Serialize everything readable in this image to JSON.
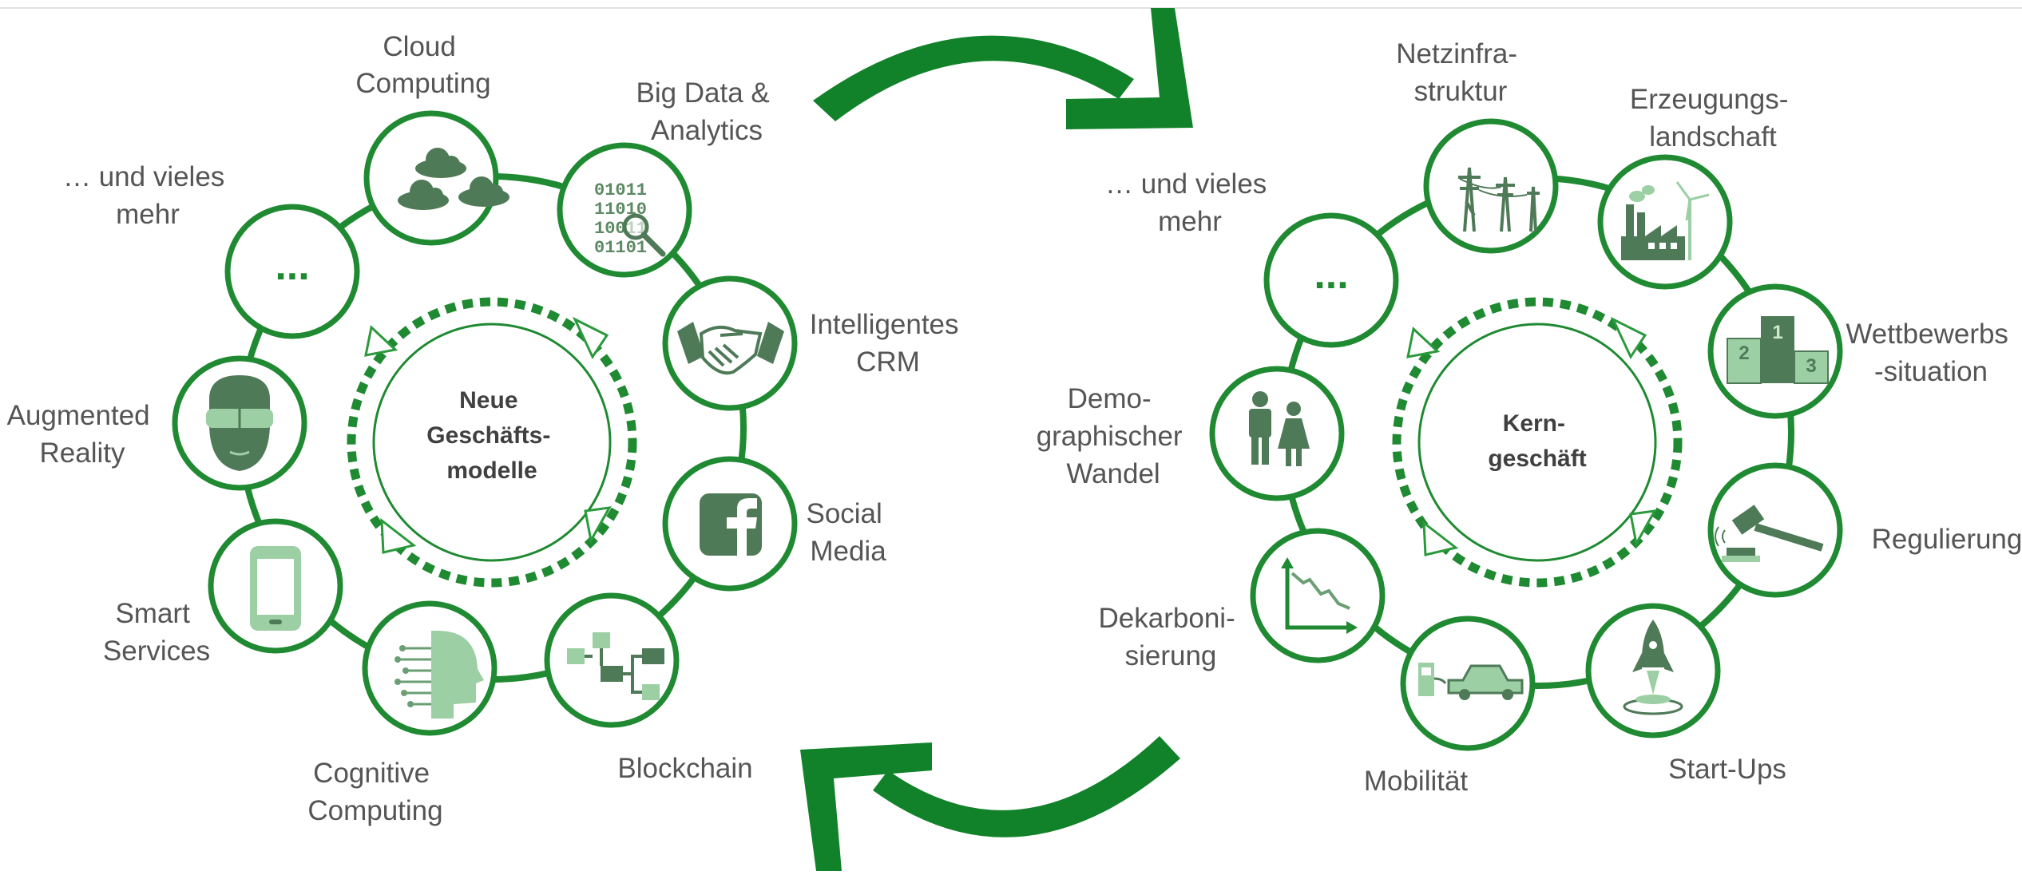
{
  "left_cycle": {
    "center": [
      "Neue",
      "Geschäfts-",
      "modelle"
    ],
    "nodes": [
      {
        "icon": "cloud-icon",
        "label": [
          "Cloud",
          "Computing"
        ]
      },
      {
        "icon": "binary-data-icon",
        "label": [
          "Big Data &",
          "Analytics"
        ],
        "binary": [
          "01011",
          "11010",
          "10011",
          "01101"
        ]
      },
      {
        "icon": "handshake-icon",
        "label": [
          "Intelligentes",
          "CRM"
        ]
      },
      {
        "icon": "facebook-icon",
        "label": [
          "Social",
          "Media"
        ]
      },
      {
        "icon": "blockchain-icon",
        "label": [
          "Blockchain"
        ]
      },
      {
        "icon": "ai-head-icon",
        "label": [
          "Cognitive",
          "Computing"
        ]
      },
      {
        "icon": "smartphone-icon",
        "label": [
          "Smart",
          "Services"
        ]
      },
      {
        "icon": "vr-headset-icon",
        "label": [
          "Augmented",
          "Reality"
        ]
      },
      {
        "icon": "ellipsis-icon",
        "label": [
          "… und vieles",
          "mehr"
        ]
      }
    ]
  },
  "right_cycle": {
    "center": [
      "Kern-",
      "geschäft"
    ],
    "nodes": [
      {
        "icon": "power-pylon-icon",
        "label": [
          "Netzinfra-",
          "struktur"
        ]
      },
      {
        "icon": "power-plant-icon",
        "label": [
          "Erzeugungs-",
          "landschaft"
        ]
      },
      {
        "icon": "podium-icon",
        "label": [
          "Wettbewerbs",
          "-situation"
        ],
        "podium": [
          "1",
          "2",
          "3"
        ]
      },
      {
        "icon": "gavel-icon",
        "label": [
          "Regulierung"
        ]
      },
      {
        "icon": "rocket-icon",
        "label": [
          "Start-Ups"
        ]
      },
      {
        "icon": "electric-car-icon",
        "label": [
          "Mobilität"
        ]
      },
      {
        "icon": "declining-chart-icon",
        "label": [
          "Dekarboni-",
          "sierung"
        ]
      },
      {
        "icon": "people-icon",
        "label": [
          "Demo-",
          "graphischer",
          "Wandel"
        ]
      },
      {
        "icon": "ellipsis-icon",
        "label": [
          "… und vieles",
          "mehr"
        ]
      }
    ]
  },
  "colors": {
    "accent": "#1f8a32",
    "arrow": "#12822a",
    "icon_dark": "#4f7a58",
    "icon_light": "#9ccfa4",
    "text": "#555555"
  },
  "ellipsis_text": "..."
}
